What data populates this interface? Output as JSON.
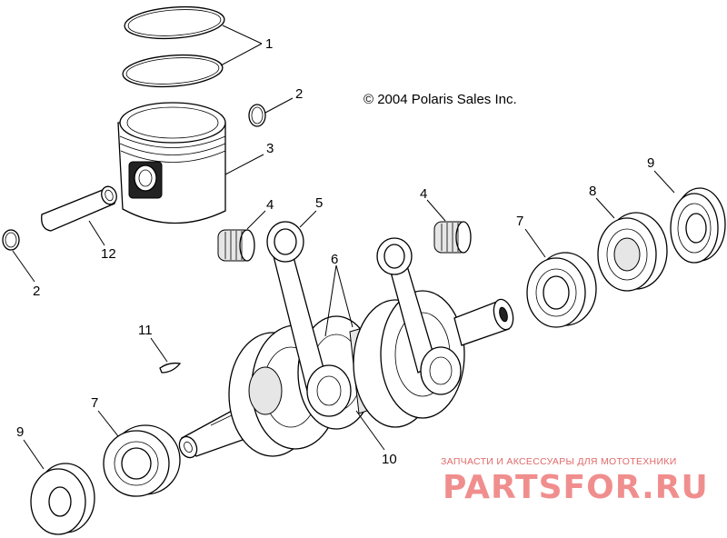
{
  "copyright": "© 2004 Polaris Sales Inc.",
  "callouts": {
    "rings": "1",
    "clip_right": "2",
    "clip_left": "2",
    "piston": "3",
    "bearing_left": "4",
    "bearing_right": "4",
    "rod": "5",
    "washers": "6",
    "seal_right": "7",
    "seal_left": "7",
    "bearing_outer": "8",
    "oil_seal_right": "9",
    "oil_seal_left": "9",
    "crankshaft": "10",
    "key": "11",
    "pin": "12"
  },
  "watermark": {
    "tagline": "ЗАПЧАСТИ И АКСЕССУАРЫ ДЛЯ МОТОТЕХНИКИ",
    "brand": "PARTSFOR.RU"
  }
}
